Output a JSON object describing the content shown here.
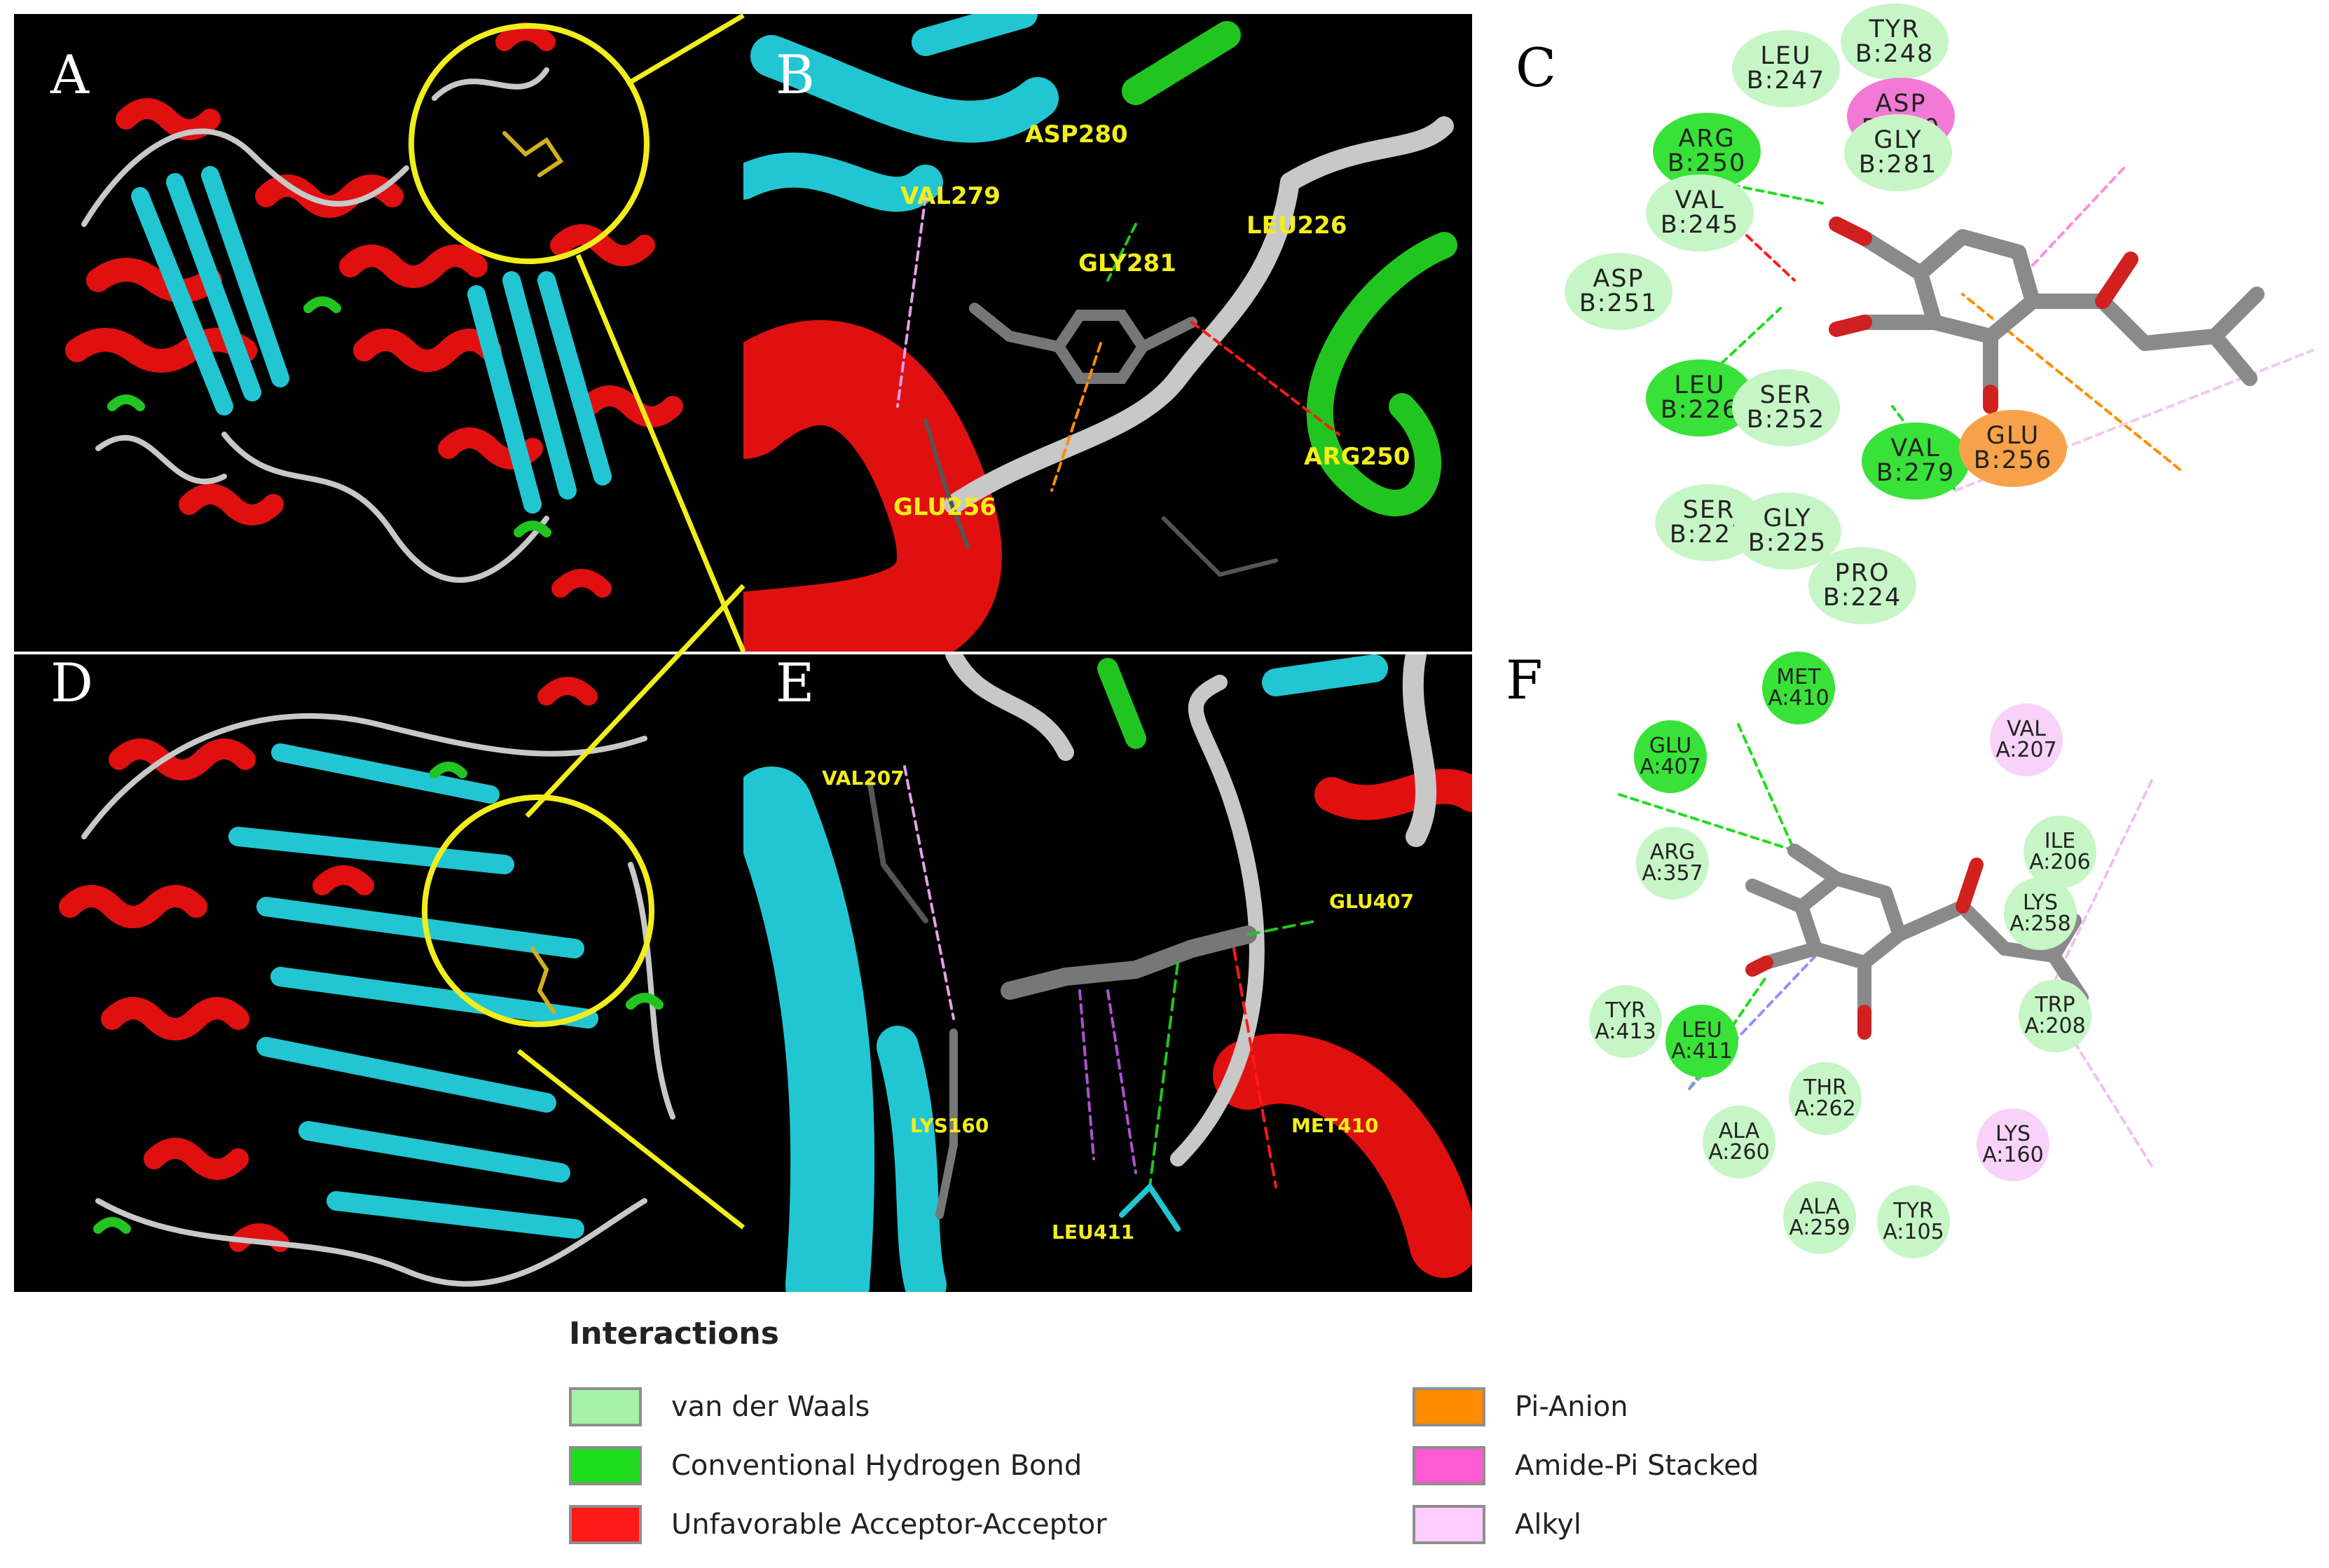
{
  "panels": {
    "A": {
      "letter": "A"
    },
    "B": {
      "letter": "B",
      "residues": [
        "ASP280",
        "VAL279",
        "LEU226",
        "GLY281",
        "GLU256",
        "ARG250"
      ]
    },
    "C": {
      "letter": "C",
      "residues": [
        {
          "name": "LEU",
          "id": "B:247",
          "type": "vdw"
        },
        {
          "name": "TYR",
          "id": "B:248",
          "type": "vdw"
        },
        {
          "name": "ASP",
          "id": "B:280",
          "type": "amide_pi"
        },
        {
          "name": "GLY",
          "id": "B:281",
          "type": "vdw"
        },
        {
          "name": "ARG",
          "id": "B:250",
          "type": "hbond"
        },
        {
          "name": "VAL",
          "id": "B:245",
          "type": "vdw"
        },
        {
          "name": "ASP",
          "id": "B:251",
          "type": "vdw"
        },
        {
          "name": "LEU",
          "id": "B:226",
          "type": "hbond"
        },
        {
          "name": "SER",
          "id": "B:252",
          "type": "vdw"
        },
        {
          "name": "VAL",
          "id": "B:279",
          "type": "hbond"
        },
        {
          "name": "GLU",
          "id": "B:256",
          "type": "pi_anion"
        },
        {
          "name": "SER",
          "id": "B:227",
          "type": "vdw"
        },
        {
          "name": "GLY",
          "id": "B:225",
          "type": "vdw"
        },
        {
          "name": "PRO",
          "id": "B:224",
          "type": "vdw"
        }
      ]
    },
    "D": {
      "letter": "D"
    },
    "E": {
      "letter": "E",
      "residues": [
        "VAL207",
        "GLU407",
        "LYS160",
        "MET410",
        "LEU411"
      ]
    },
    "F": {
      "letter": "F",
      "residues": [
        {
          "name": "MET",
          "id": "A:410",
          "type": "hbond"
        },
        {
          "name": "GLU",
          "id": "A:407",
          "type": "hbond"
        },
        {
          "name": "VAL",
          "id": "A:207",
          "type": "alkyl"
        },
        {
          "name": "ILE",
          "id": "A:206",
          "type": "vdw"
        },
        {
          "name": "ARG",
          "id": "A:357",
          "type": "vdw"
        },
        {
          "name": "LYS",
          "id": "A:258",
          "type": "vdw"
        },
        {
          "name": "TYR",
          "id": "A:413",
          "type": "vdw"
        },
        {
          "name": "LEU",
          "id": "A:411",
          "type": "hbond"
        },
        {
          "name": "TRP",
          "id": "A:208",
          "type": "vdw"
        },
        {
          "name": "THR",
          "id": "A:262",
          "type": "vdw"
        },
        {
          "name": "ALA",
          "id": "A:260",
          "type": "vdw"
        },
        {
          "name": "LYS",
          "id": "A:160",
          "type": "alkyl"
        },
        {
          "name": "ALA",
          "id": "A:259",
          "type": "vdw"
        },
        {
          "name": "TYR",
          "id": "A:105",
          "type": "vdw"
        }
      ]
    }
  },
  "legend": {
    "title": "Interactions",
    "items": [
      {
        "label": "van der Waals",
        "color": "#a6f2a6"
      },
      {
        "label": "Conventional Hydrogen Bond",
        "color": "#1fdc1f"
      },
      {
        "label": "Unfavorable Acceptor-Acceptor",
        "color": "#ff1a1a"
      },
      {
        "label": "Pi-Anion",
        "color": "#ff8c00"
      },
      {
        "label": "Amide-Pi Stacked",
        "color": "#ff5ad2"
      },
      {
        "label": "Alkyl",
        "color": "#ffccff"
      }
    ]
  },
  "colors": {
    "helix": "#e01010",
    "sheet": "#22c6d2",
    "turn": "#22c51f",
    "coil": "#c8c8c8",
    "highlight": "#f2ee1c",
    "vdw": "#c6f6c6",
    "hbond": "#38e238",
    "pi_anion": "#f7a24a",
    "amide_pi": "#f27ad6",
    "alkyl": "#f8d2f8"
  }
}
